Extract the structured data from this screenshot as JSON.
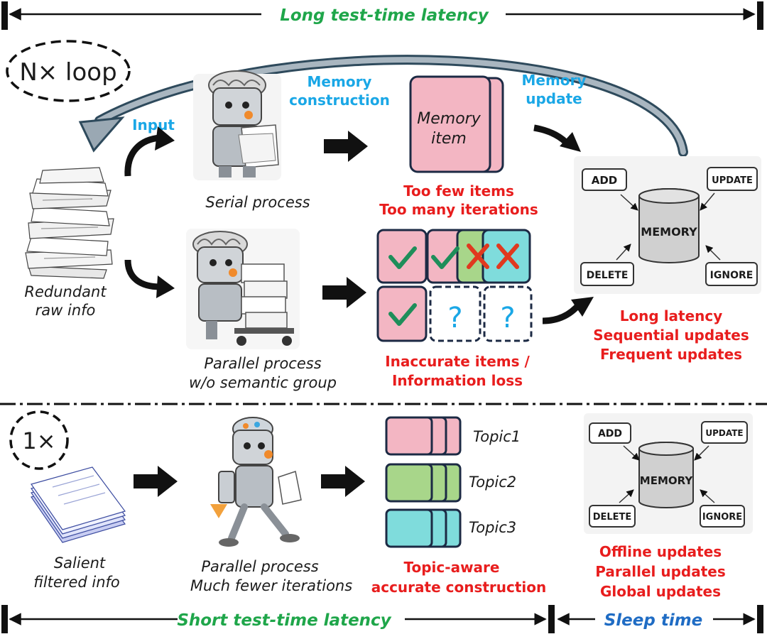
{
  "top": {
    "latency_label": "Long test-time latency",
    "loop_label": "N× loop",
    "input_label": "Input",
    "memory_construction_label": [
      "Memory",
      "construction"
    ],
    "memory_update_label": [
      "Memory",
      "update"
    ],
    "raw_info_label": [
      "Redundant",
      "raw info"
    ],
    "serial_label": "Serial process",
    "parallel_label": [
      "Parallel process",
      "w/o semantic group"
    ],
    "memory_item_label": [
      "Memory",
      "item"
    ],
    "serial_issue": [
      "Too few items",
      "Too many iterations"
    ],
    "parallel_issue": [
      "Inaccurate items /",
      "Information loss"
    ],
    "update_issue": [
      "Long latency",
      "Sequential updates",
      "Frequent updates"
    ],
    "memory_panel": {
      "center": "MEMORY",
      "add": "ADD",
      "update": "UPDATE",
      "delete": "DELETE",
      "ignore": "IGNORE"
    }
  },
  "bottom": {
    "loop_label": "1×",
    "info_label": [
      "Salient",
      "filtered info"
    ],
    "process_label": [
      "Parallel process",
      "Much fewer iterations"
    ],
    "topics": [
      "Topic1",
      "Topic2",
      "Topic3"
    ],
    "topic_result": [
      "Topic-aware",
      "accurate construction"
    ],
    "update_result": [
      "Offline updates",
      "Parallel updates",
      "Global updates"
    ],
    "short_latency_label": "Short test-time latency",
    "sleep_label": "Sleep time",
    "memory_panel": {
      "center": "MEMORY",
      "add": "ADD",
      "update": "UPDATE",
      "delete": "DELETE",
      "ignore": "IGNORE"
    }
  },
  "icons": {
    "check": "check-icon",
    "cross": "cross-icon",
    "question": "question-mark-icon",
    "robot": "robot-icon",
    "paper_stack": "paper-stack-icon",
    "arrow": "arrow-icon"
  },
  "colors": {
    "green": "#1fa64a",
    "light_blue": "#1aa7e6",
    "dark_blue": "#1f6cc4",
    "red": "#e81d1d",
    "pink": "#f3b6c3",
    "lime": "#a8d68a",
    "cyan": "#7fdcdc"
  }
}
